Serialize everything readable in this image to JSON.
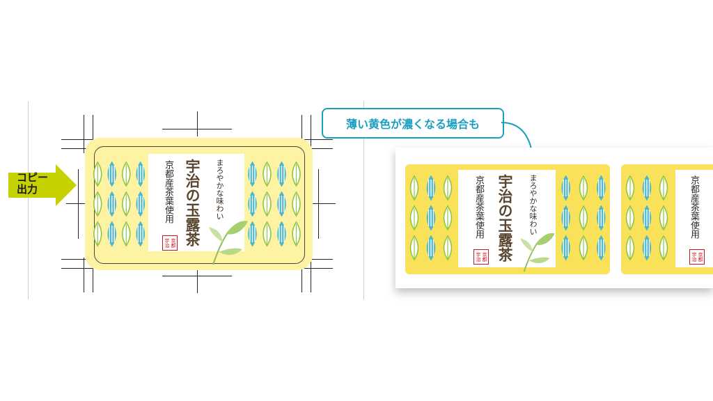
{
  "copy_arrow": {
    "line1": "コピー",
    "line2": "出力",
    "color": "#c6d200"
  },
  "callout": {
    "text": "薄い黄色が濃くなる場合も",
    "border_color": "#1b9fc0"
  },
  "label_left": {
    "subtitle": "まろやかな味わい",
    "title_line1": "宇治の玉露茶",
    "note": "京都産茶葉使用",
    "seal": "京都宇治",
    "bg_color": "#fdf3a3"
  },
  "label_right": {
    "subtitle": "まろやかな味わい",
    "title_line1": "宇治の玉露茶",
    "note": "京都産茶葉使用",
    "seal": "京都宇治",
    "bg_color": "#f9e25a"
  },
  "label_right_partial": {
    "note": "京都産茶葉使用",
    "seal": "京都宇治"
  },
  "colors": {
    "leaf_green": "#8fc640",
    "leaf_teal": "#4fb8c8",
    "title_brown": "#5a4630"
  }
}
